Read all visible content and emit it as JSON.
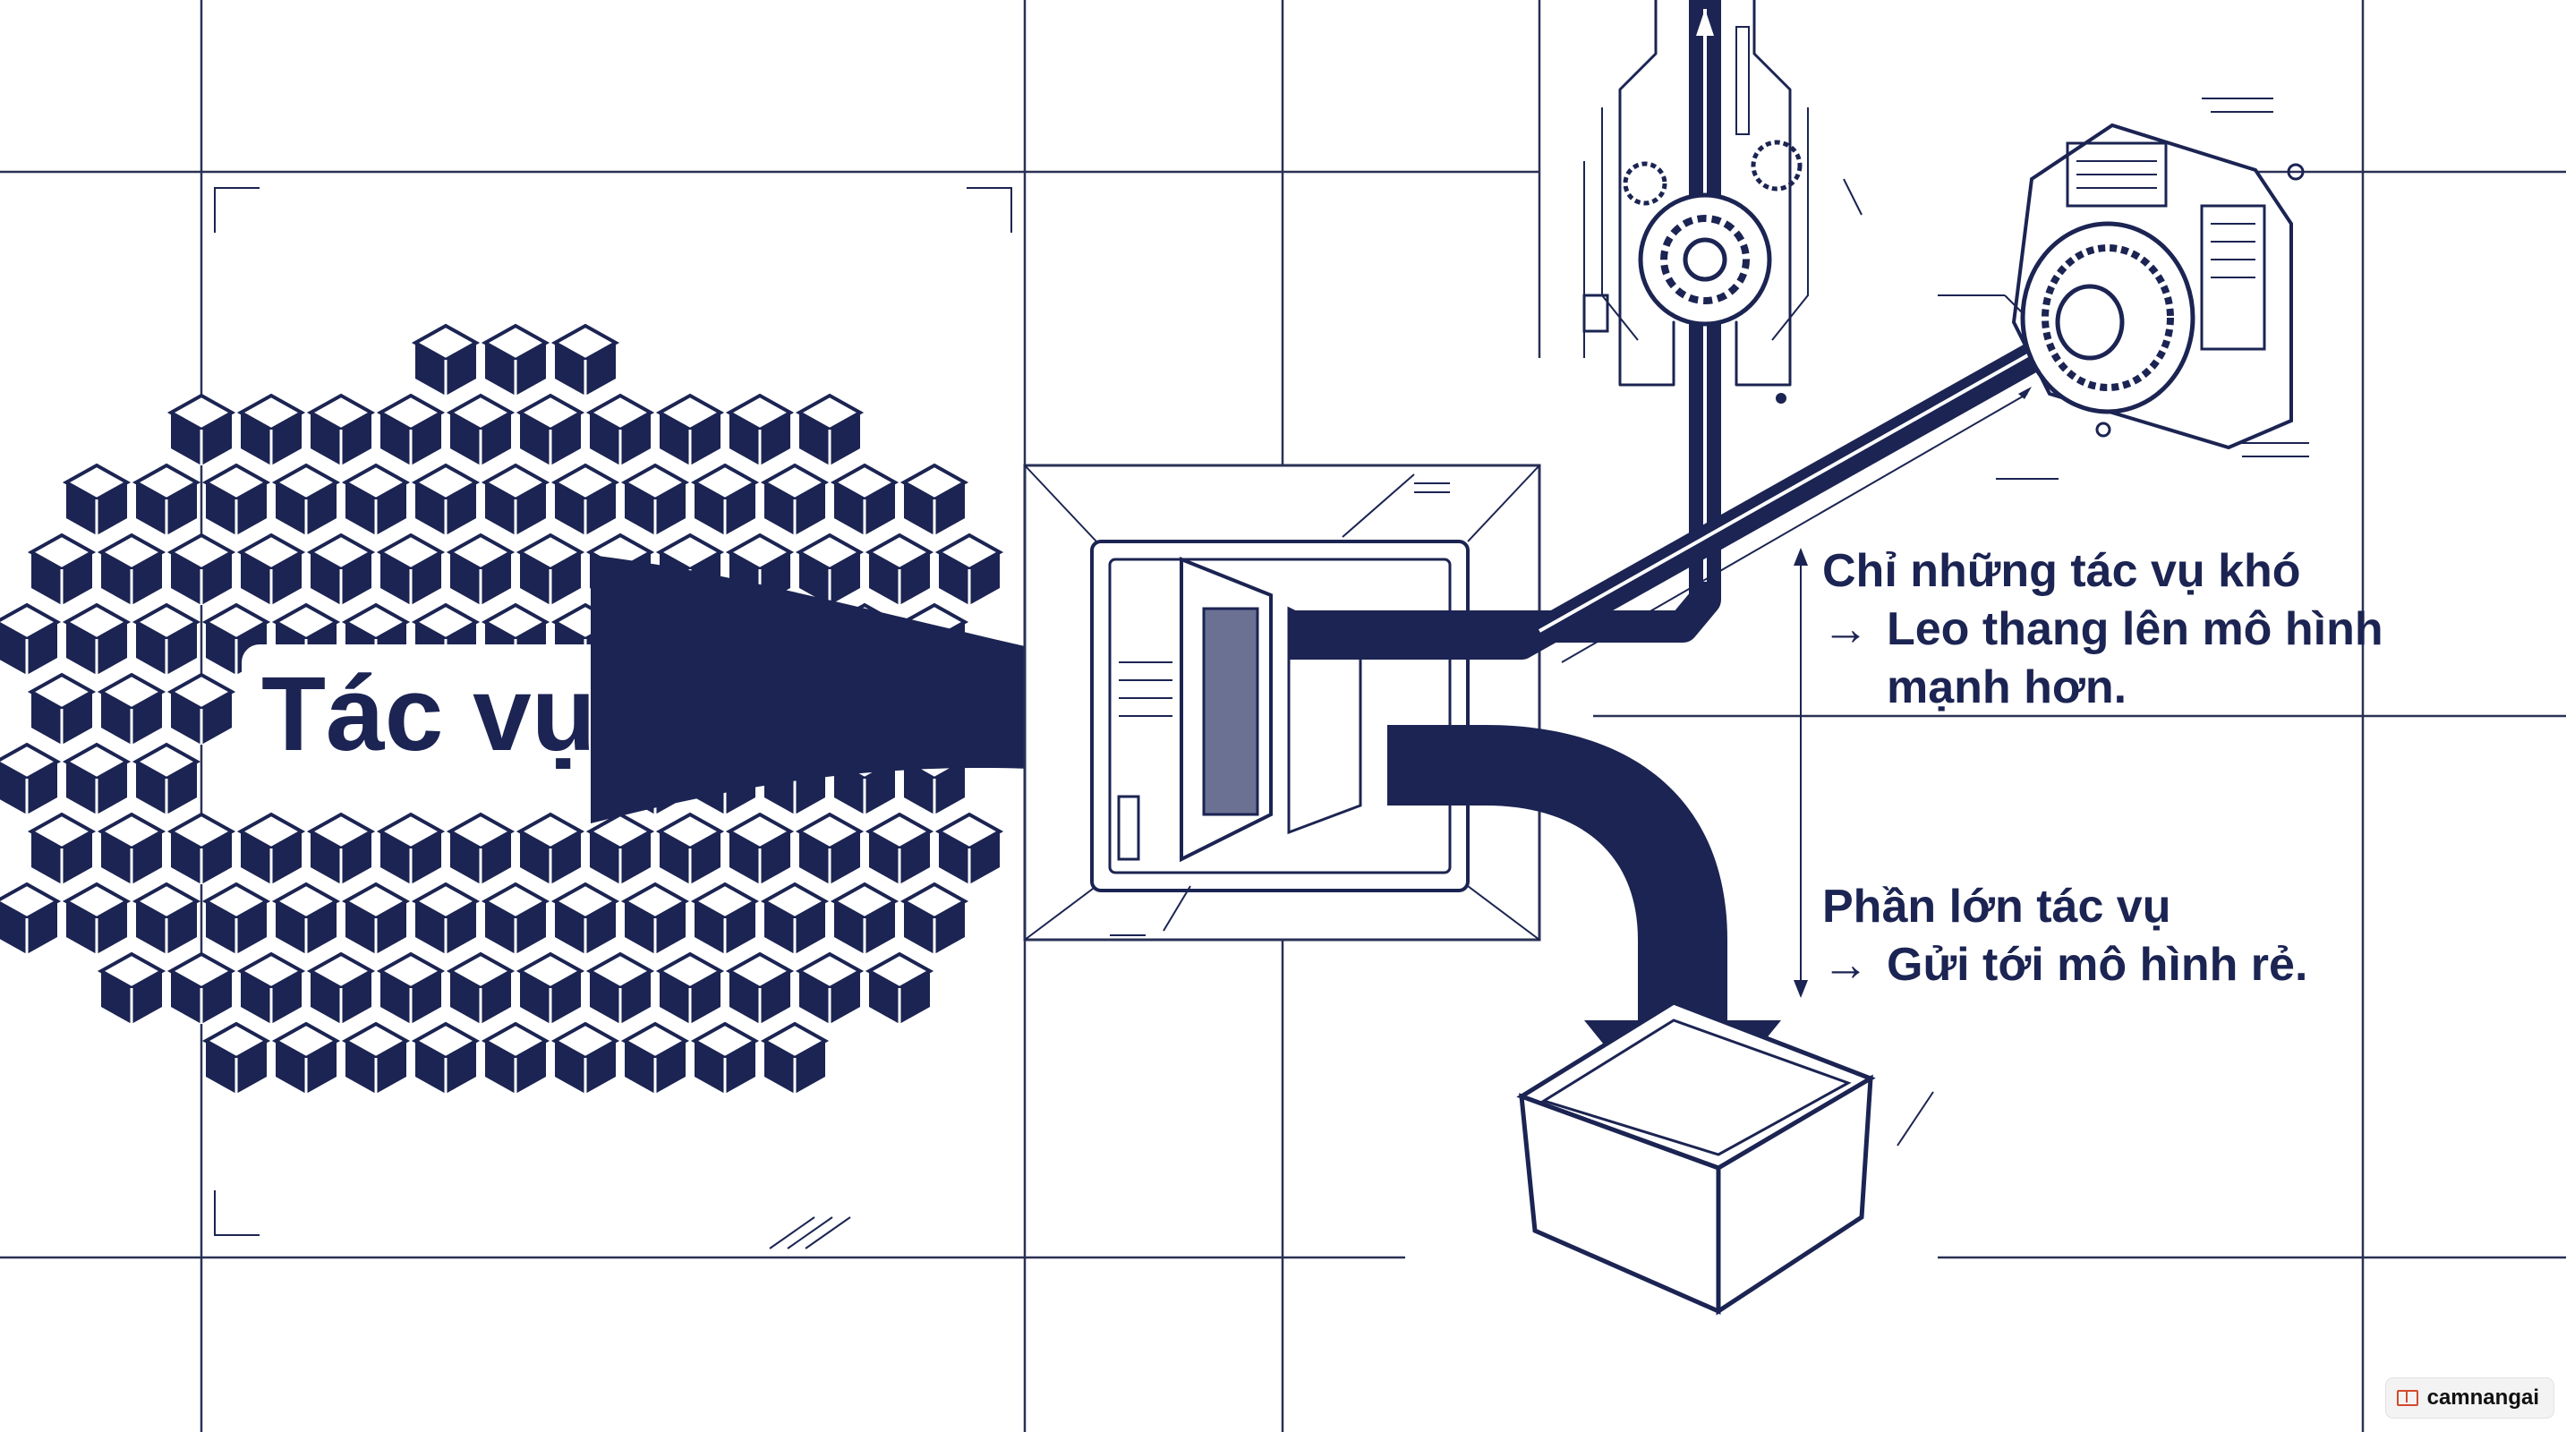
{
  "title_label": "Tác vụ",
  "hard_path": {
    "line1": "Chỉ những tác vụ khó",
    "line2": "Leo thang lên mô hình",
    "line3": "mạnh hơn."
  },
  "easy_path": {
    "line1": "Phần lớn tác vụ",
    "line2": "Gửi tới mô hình rẻ."
  },
  "arrow_glyph": "→",
  "watermark": "camnangai",
  "colors": {
    "navy": "#1b2452",
    "background": "#ffffff"
  },
  "icons": [
    "router-box-icon",
    "gear-tower-icon",
    "engine-icon",
    "bin-icon",
    "cube-icon"
  ]
}
